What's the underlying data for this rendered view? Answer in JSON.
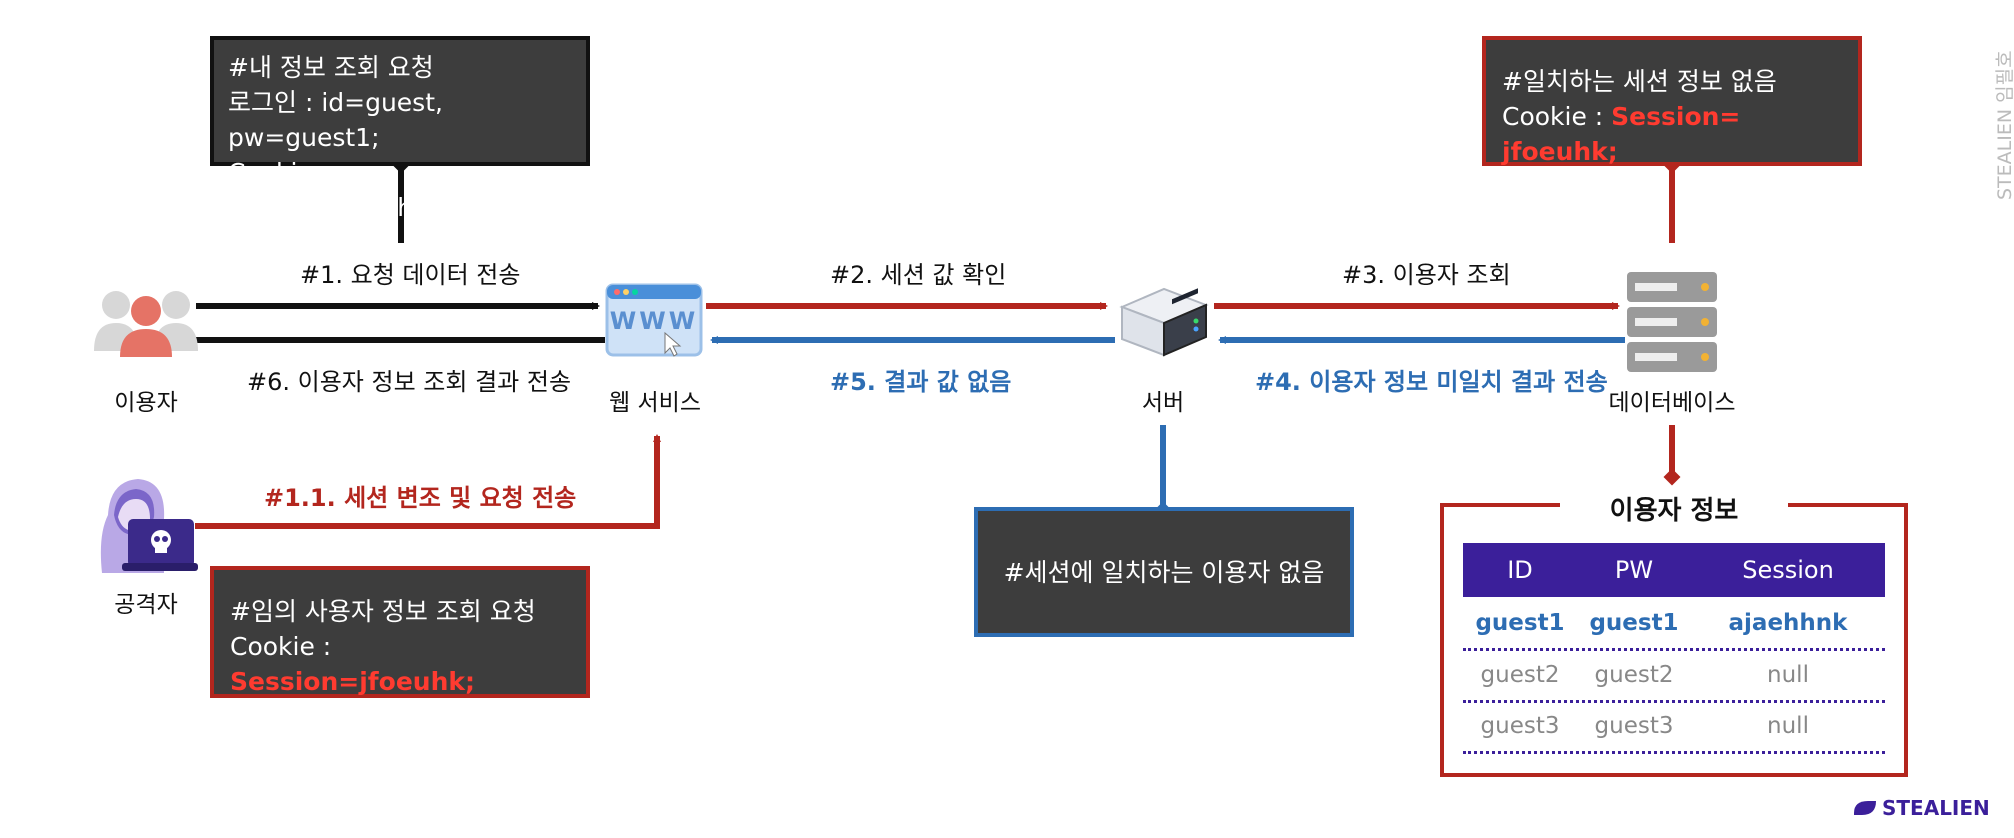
{
  "boxes": {
    "request_info": {
      "line1": "#내 정보 조회 요청",
      "line2": "로그인 : id=guest, pw=guest1;",
      "line3": "Cookie : Session=ajaehhnk;"
    },
    "no_session": {
      "line1": "#일치하는 세션 정보 없음",
      "line2_prefix": "Cookie : ",
      "line2_value": "Session= jfoeuhk;"
    },
    "attacker_request": {
      "line1": "#임의 사용자 정보 조회 요청",
      "line2_prefix": "Cookie : ",
      "line2_value": "Session=jfoeuhk;"
    },
    "server_result": {
      "line1": "#세션에 일치하는 이용자 없음"
    }
  },
  "arrows": {
    "step1": "#1. 요청 데이터 전송",
    "step1_1": "#1.1. 세션 변조 및 요청 전송",
    "step2": "#2. 세션 값 확인",
    "step3": "#3. 이용자 조회",
    "step4": "#4. 이용자 정보 미일치 결과 전송",
    "step5": "#5. 결과 값 없음",
    "step6": "#6. 이용자 정보 조회 결과 전송"
  },
  "nodes": {
    "user": "이용자",
    "attacker": "공격자",
    "web": "웹 서비스",
    "server": "서버",
    "database": "데이터베이스",
    "www_text": "WWW"
  },
  "table": {
    "title": "이용자 정보",
    "headers": [
      "ID",
      "PW",
      "Session"
    ],
    "rows": [
      [
        "guest1",
        "guest1",
        "ajaehhnk"
      ],
      [
        "guest2",
        "guest2",
        "null"
      ],
      [
        "guest3",
        "guest3",
        "null"
      ]
    ]
  },
  "watermark": "STEALIEN 임필호",
  "brand": "STEALIEN",
  "colors": {
    "red": "#b3261e",
    "blue": "#2d6db3",
    "black": "#111111",
    "box_fill": "#3d3d3d",
    "highlight": "#ff3b30",
    "table_header": "#3b1f9a"
  }
}
